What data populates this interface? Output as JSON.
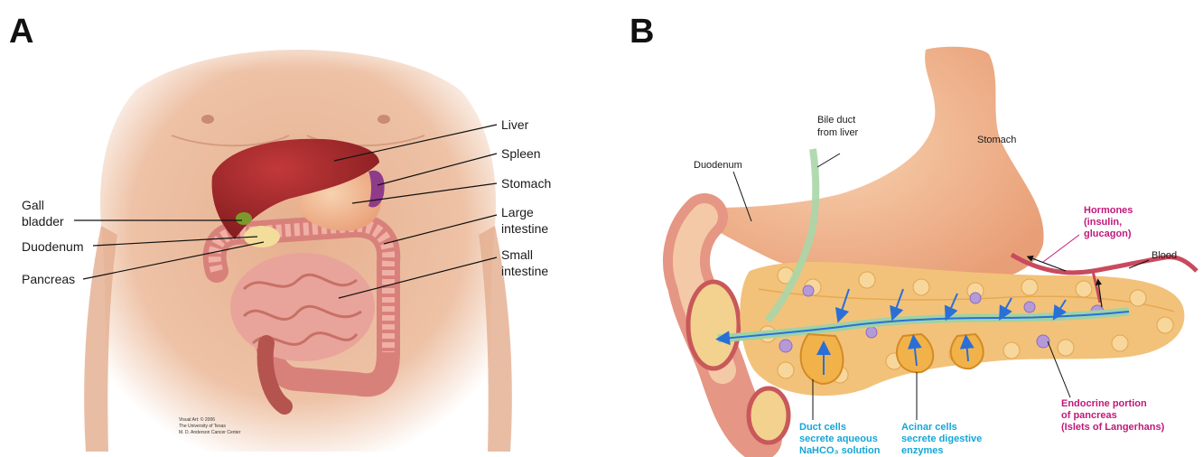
{
  "panels": {
    "a": {
      "letter": "A",
      "labels": {
        "liver": "Liver",
        "spleen": "Spleen",
        "stomach": "Stomach",
        "large_intestine_1": "Large",
        "large_intestine_2": "intestine",
        "small_intestine_1": "Small",
        "small_intestine_2": "intestine",
        "gall_bladder_1": "Gall",
        "gall_bladder_2": "bladder",
        "duodenum": "Duodenum",
        "pancreas": "Pancreas"
      },
      "credit": [
        "Visual Art: © 2006",
        "The University of Texas",
        "M. D. Anderson Cancer Center"
      ]
    },
    "b": {
      "letter": "B",
      "labels": {
        "bile_duct_1": "Bile duct",
        "bile_duct_2": "from liver",
        "stomach": "Stomach",
        "duodenum": "Duodenum",
        "hormones_1": "Hormones",
        "hormones_2": "(insulin,",
        "hormones_3": "glucagon)",
        "blood": "Blood",
        "endocrine_1": "Endocrine portion",
        "endocrine_2": "of pancreas",
        "endocrine_3": "(Islets of Langerhans)",
        "duct_cells_1": "Duct cells",
        "duct_cells_2": "secrete aqueous",
        "duct_cells_3": "NaHCO₃ solution",
        "acinar_1": "Acinar cells",
        "acinar_2": "secrete digestive",
        "acinar_3": "enzymes"
      }
    }
  },
  "colors": {
    "skin": "#e9b99a",
    "liver": "#a3262a",
    "intestine": "#e8a49a",
    "stomach": "#f0b48c",
    "pancreas": "#f2c27a",
    "duct": "#9ed2a8",
    "arrow_blue": "#2a6fd6",
    "label_pink": "#c2187a",
    "label_cyan": "#14a6d6"
  }
}
